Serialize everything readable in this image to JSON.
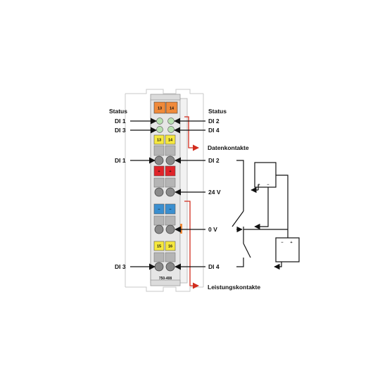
{
  "labels": {
    "status_left": "Status",
    "status_right": "Status",
    "led_di1": "DI 1",
    "led_di3": "DI 3",
    "led_di2": "DI 2",
    "led_di4": "DI 4",
    "term_di1_left": "DI 1",
    "term_di2_right": "DI 2",
    "term_24v": "24 V",
    "term_0v": "0 V",
    "term_di3_left": "DI 3",
    "term_di4_right": "DI 4",
    "data_contacts": "Datenkontakte",
    "power_contacts": "Leistungskontakte",
    "model_number": "750-408"
  },
  "markers": {
    "top_left": "13",
    "top_right": "14",
    "mid_left": "13",
    "mid_right": "14",
    "plus_left": "+",
    "plus_right": "+",
    "minus_left": "−",
    "minus_right": "−",
    "bottom_left": "15",
    "bottom_right": "16"
  },
  "batteries": {
    "upper_plus": "+",
    "upper_minus": "−",
    "lower_minus": "−",
    "lower_plus": "+"
  },
  "colors": {
    "marker_orange": "#f08a3a",
    "marker_yellow": "#f6e83e",
    "marker_red": "#e0242a",
    "marker_blue": "#3a8fd0",
    "led_green": "#b8e0b0",
    "arrow_red": "#d22d1e",
    "body_gray": "#d6d6d6"
  }
}
